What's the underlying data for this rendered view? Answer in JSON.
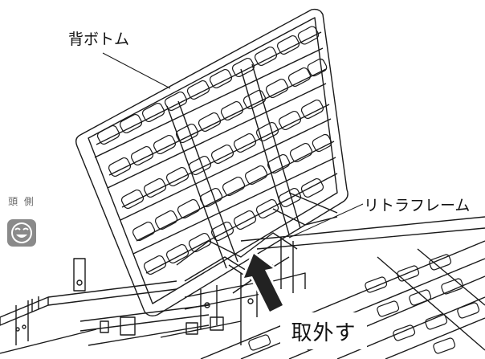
{
  "labels": {
    "back_bottom": "背ボトム",
    "lift_frame": "リトラフレーム",
    "head_side": "頭 側",
    "remove": "取外す"
  },
  "icons": {
    "head_face": "smiling-face-icon",
    "direction": "up-arrow-icon"
  },
  "colors": {
    "line": "#1a1a1a",
    "arrow": "#222222",
    "face_bg": "#8a8a8a"
  }
}
